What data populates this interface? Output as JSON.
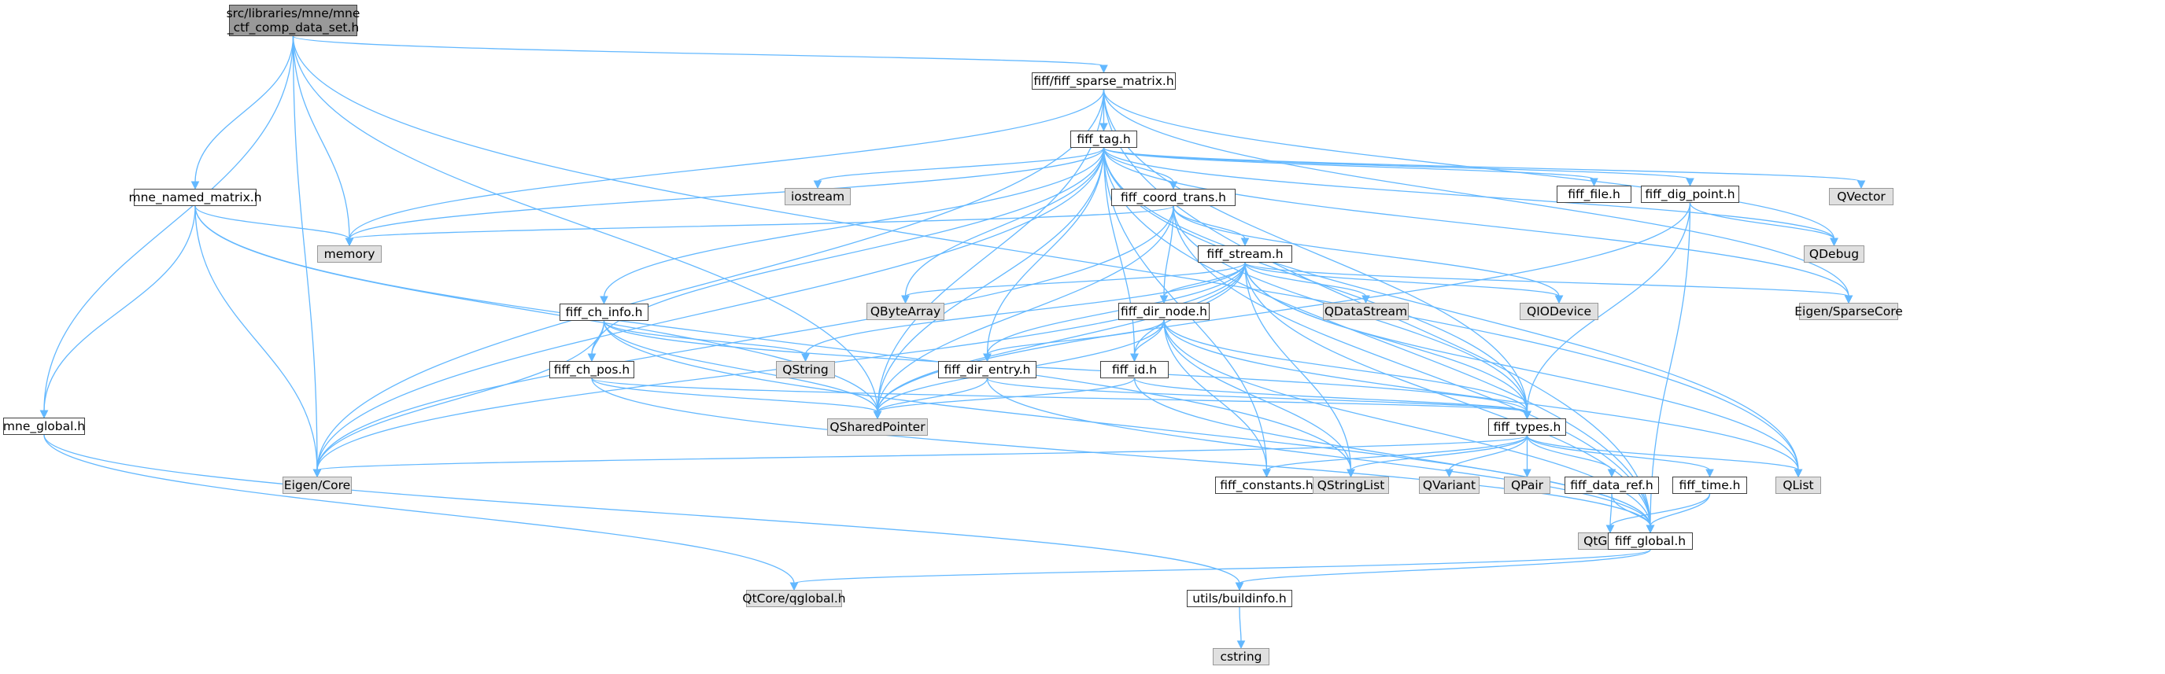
{
  "diagram": {
    "nodes": [
      {
        "id": "root",
        "label": "src/libraries/mne/mne\n_ctf_comp_data_set.h",
        "kind": "root"
      },
      {
        "id": "sparse",
        "label": "fiff/fiff_sparse_matrix.h",
        "kind": "doc"
      },
      {
        "id": "fifftag",
        "label": "fiff_tag.h",
        "kind": "doc"
      },
      {
        "id": "mnenamed",
        "label": "mne_named_matrix.h",
        "kind": "doc"
      },
      {
        "id": "memory",
        "label": "memory",
        "kind": "ext"
      },
      {
        "id": "iostream",
        "label": "iostream",
        "kind": "ext"
      },
      {
        "id": "coordtrans",
        "label": "fiff_coord_trans.h",
        "kind": "doc"
      },
      {
        "id": "fifffile",
        "label": "fiff_file.h",
        "kind": "doc"
      },
      {
        "id": "digpoint",
        "label": "fiff_dig_point.h",
        "kind": "doc"
      },
      {
        "id": "qvector",
        "label": "QVector",
        "kind": "ext"
      },
      {
        "id": "qdebug",
        "label": "QDebug",
        "kind": "ext"
      },
      {
        "id": "fiffstream",
        "label": "fiff_stream.h",
        "kind": "doc"
      },
      {
        "id": "qbytearray",
        "label": "QByteArray",
        "kind": "ext"
      },
      {
        "id": "qdatastream",
        "label": "QDataStream",
        "kind": "ext"
      },
      {
        "id": "qiodevice",
        "label": "QIODevice",
        "kind": "ext"
      },
      {
        "id": "eigensparse",
        "label": "Eigen/SparseCore",
        "kind": "ext"
      },
      {
        "id": "chinfo",
        "label": "fiff_ch_info.h",
        "kind": "doc"
      },
      {
        "id": "dirnode",
        "label": "fiff_dir_node.h",
        "kind": "doc"
      },
      {
        "id": "qstring",
        "label": "QString",
        "kind": "ext"
      },
      {
        "id": "chpos",
        "label": "fiff_ch_pos.h",
        "kind": "doc"
      },
      {
        "id": "direntry",
        "label": "fiff_dir_entry.h",
        "kind": "doc"
      },
      {
        "id": "fiffid",
        "label": "fiff_id.h",
        "kind": "doc"
      },
      {
        "id": "mneglobal",
        "label": "mne_global.h",
        "kind": "doc"
      },
      {
        "id": "qshared",
        "label": "QSharedPointer",
        "kind": "ext"
      },
      {
        "id": "fifftypes",
        "label": "fiff_types.h",
        "kind": "doc"
      },
      {
        "id": "eigencore",
        "label": "Eigen/Core",
        "kind": "ext"
      },
      {
        "id": "constants",
        "label": "fiff_constants.h",
        "kind": "doc"
      },
      {
        "id": "qstringlist",
        "label": "QStringList",
        "kind": "ext"
      },
      {
        "id": "qvariant",
        "label": "QVariant",
        "kind": "ext"
      },
      {
        "id": "qpair",
        "label": "QPair",
        "kind": "ext"
      },
      {
        "id": "dataref",
        "label": "fiff_data_ref.h",
        "kind": "doc"
      },
      {
        "id": "fifftime",
        "label": "fiff_time.h",
        "kind": "doc"
      },
      {
        "id": "qlist",
        "label": "QList",
        "kind": "ext"
      },
      {
        "id": "qtglobal",
        "label": "QtGlobal",
        "kind": "ext"
      },
      {
        "id": "fiffglobal",
        "label": "fiff_global.h",
        "kind": "doc"
      },
      {
        "id": "qtcoreglobal",
        "label": "QtCore/qglobal.h",
        "kind": "ext"
      },
      {
        "id": "buildinfo",
        "label": "utils/buildinfo.h",
        "kind": "doc"
      },
      {
        "id": "cstring",
        "label": "cstring",
        "kind": "ext"
      }
    ],
    "edges": [
      [
        "root",
        "sparse"
      ],
      [
        "root",
        "qlist"
      ],
      [
        "root",
        "memory"
      ],
      [
        "root",
        "mnenamed"
      ],
      [
        "root",
        "mneglobal"
      ],
      [
        "root",
        "eigencore"
      ],
      [
        "root",
        "qshared"
      ],
      [
        "sparse",
        "fifftag"
      ],
      [
        "sparse",
        "memory"
      ],
      [
        "sparse",
        "eigencore"
      ],
      [
        "sparse",
        "qshared"
      ],
      [
        "sparse",
        "qdebug"
      ],
      [
        "sparse",
        "eigensparse"
      ],
      [
        "sparse",
        "fifftypes"
      ],
      [
        "sparse",
        "fiffglobal"
      ],
      [
        "fifftag",
        "memory"
      ],
      [
        "fifftag",
        "iostream"
      ],
      [
        "fifftag",
        "coordtrans"
      ],
      [
        "fifftag",
        "fifffile"
      ],
      [
        "fifftag",
        "digpoint"
      ],
      [
        "fifftag",
        "qvector"
      ],
      [
        "fifftag",
        "qdebug"
      ],
      [
        "fifftag",
        "eigensparse"
      ],
      [
        "fifftag",
        "qbytearray"
      ],
      [
        "fifftag",
        "chinfo"
      ],
      [
        "fifftag",
        "chpos"
      ],
      [
        "fifftag",
        "direntry"
      ],
      [
        "fifftag",
        "fiffid"
      ],
      [
        "fifftag",
        "qshared"
      ],
      [
        "fifftag",
        "eigencore"
      ],
      [
        "fifftag",
        "constants"
      ],
      [
        "fifftag",
        "fifftypes"
      ],
      [
        "fifftag",
        "qlist"
      ],
      [
        "fifftag",
        "fiffglobal"
      ],
      [
        "mnenamed",
        "memory"
      ],
      [
        "mnenamed",
        "mneglobal"
      ],
      [
        "mnenamed",
        "eigencore"
      ],
      [
        "mnenamed",
        "qshared"
      ],
      [
        "mnenamed",
        "qstringlist"
      ],
      [
        "coordtrans",
        "memory"
      ],
      [
        "coordtrans",
        "fiffstream"
      ],
      [
        "coordtrans",
        "dirnode"
      ],
      [
        "coordtrans",
        "qiodevice"
      ],
      [
        "coordtrans",
        "fifftypes"
      ],
      [
        "coordtrans",
        "qshared"
      ],
      [
        "coordtrans",
        "eigencore"
      ],
      [
        "coordtrans",
        "fiffglobal"
      ],
      [
        "digpoint",
        "qdebug"
      ],
      [
        "digpoint",
        "fifftypes"
      ],
      [
        "digpoint",
        "qshared"
      ],
      [
        "digpoint",
        "fiffglobal"
      ],
      [
        "fiffstream",
        "qbytearray"
      ],
      [
        "fiffstream",
        "qdatastream"
      ],
      [
        "fiffstream",
        "qiodevice"
      ],
      [
        "fiffstream",
        "eigensparse"
      ],
      [
        "fiffstream",
        "qstring"
      ],
      [
        "fiffstream",
        "dirnode"
      ],
      [
        "fiffstream",
        "direntry"
      ],
      [
        "fiffstream",
        "fiffid"
      ],
      [
        "fiffstream",
        "qshared"
      ],
      [
        "fiffstream",
        "fifftypes"
      ],
      [
        "fiffstream",
        "qstringlist"
      ],
      [
        "fiffstream",
        "qlist"
      ],
      [
        "fiffstream",
        "fiffglobal"
      ],
      [
        "fiffstream",
        "eigencore"
      ],
      [
        "chinfo",
        "qstring"
      ],
      [
        "chinfo",
        "chpos"
      ],
      [
        "chinfo",
        "eigencore"
      ],
      [
        "chinfo",
        "qshared"
      ],
      [
        "chinfo",
        "fifftypes"
      ],
      [
        "chinfo",
        "fiffglobal"
      ],
      [
        "dirnode",
        "direntry"
      ],
      [
        "dirnode",
        "fiffid"
      ],
      [
        "dirnode",
        "qshared"
      ],
      [
        "dirnode",
        "fifftypes"
      ],
      [
        "dirnode",
        "constants"
      ],
      [
        "dirnode",
        "qstringlist"
      ],
      [
        "dirnode",
        "qlist"
      ],
      [
        "dirnode",
        "fiffglobal"
      ],
      [
        "chpos",
        "qshared"
      ],
      [
        "chpos",
        "fifftypes"
      ],
      [
        "chpos",
        "fiffglobal"
      ],
      [
        "direntry",
        "qshared"
      ],
      [
        "direntry",
        "fifftypes"
      ],
      [
        "direntry",
        "fiffglobal"
      ],
      [
        "fiffid",
        "qshared"
      ],
      [
        "fiffid",
        "fifftypes"
      ],
      [
        "fiffid",
        "fiffglobal"
      ],
      [
        "mneglobal",
        "qtcoreglobal"
      ],
      [
        "mneglobal",
        "buildinfo"
      ],
      [
        "fifftypes",
        "eigencore"
      ],
      [
        "fifftypes",
        "constants"
      ],
      [
        "fifftypes",
        "qstringlist"
      ],
      [
        "fifftypes",
        "qvariant"
      ],
      [
        "fifftypes",
        "qpair"
      ],
      [
        "fifftypes",
        "dataref"
      ],
      [
        "fifftypes",
        "fifftime"
      ],
      [
        "fifftypes",
        "qlist"
      ],
      [
        "dataref",
        "qtglobal"
      ],
      [
        "dataref",
        "fiffglobal"
      ],
      [
        "fifftime",
        "qtglobal"
      ],
      [
        "fifftime",
        "fiffglobal"
      ],
      [
        "fiffglobal",
        "qtcoreglobal"
      ],
      [
        "fiffglobal",
        "buildinfo"
      ],
      [
        "buildinfo",
        "cstring"
      ]
    ],
    "colors": {
      "edge": "#63B8FF",
      "node_border": "#404040",
      "external_fill": "#E0E0E0",
      "root_fill": "#999999"
    }
  }
}
